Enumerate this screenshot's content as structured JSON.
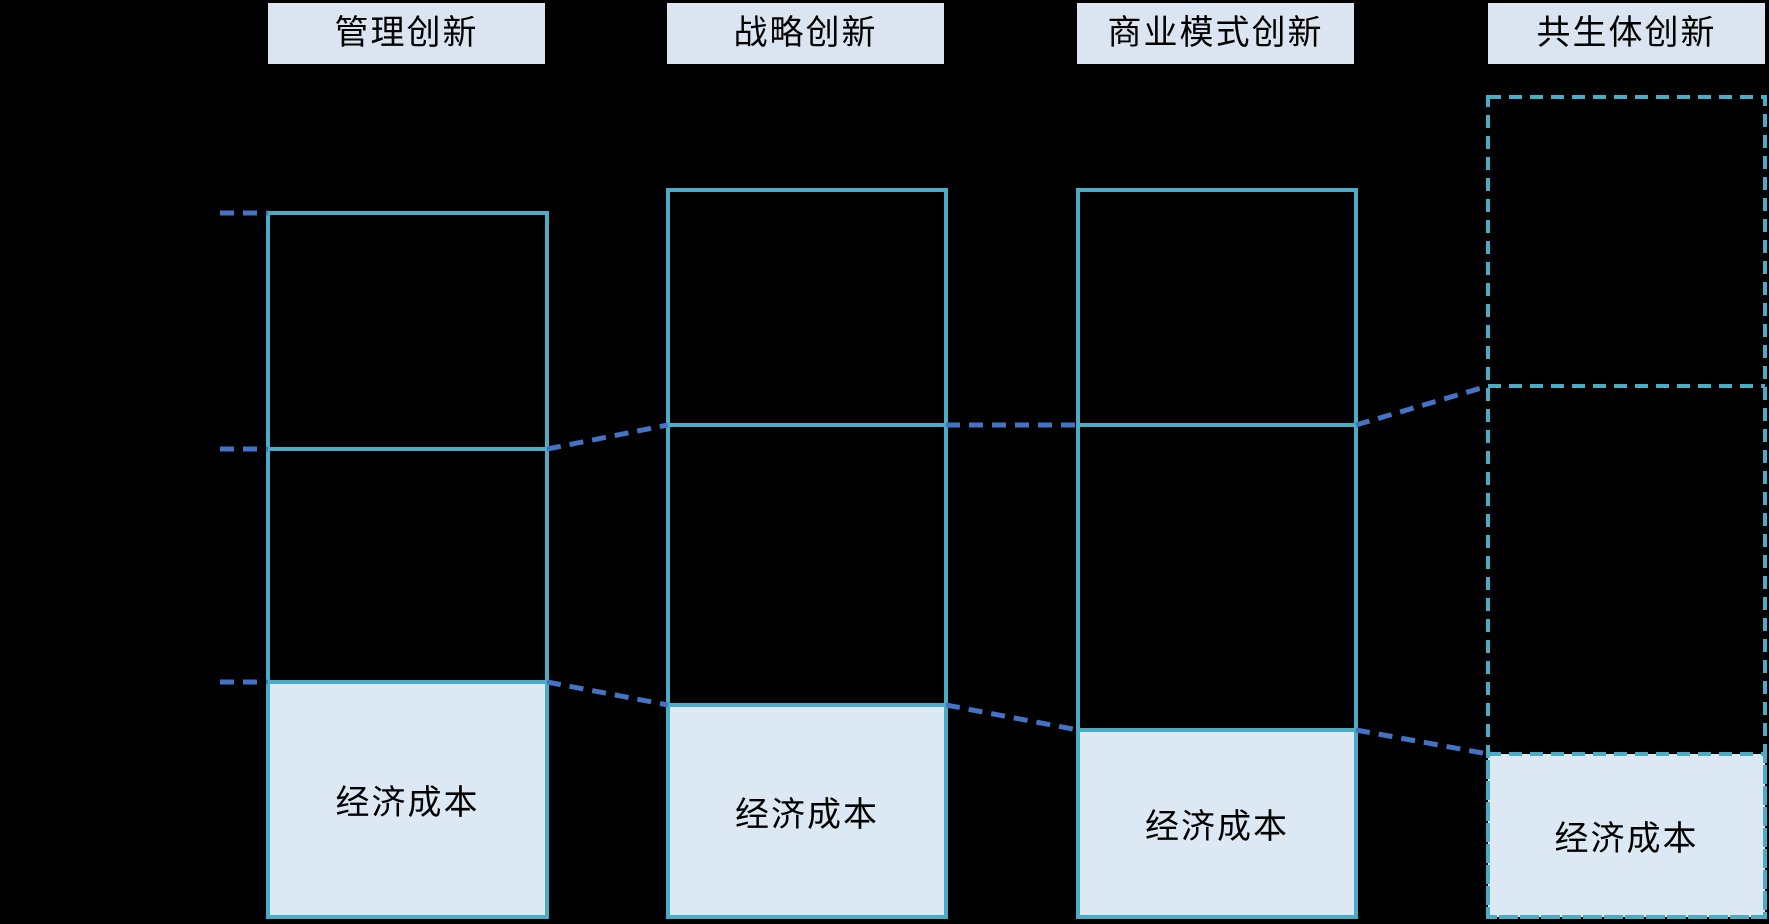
{
  "diagram": {
    "columns": [
      {
        "header": "管理创新",
        "cost_label": "经济成本"
      },
      {
        "header": "战略创新",
        "cost_label": "经济成本"
      },
      {
        "header": "商业模式创新",
        "cost_label": "经济成本"
      },
      {
        "header": "共生体创新",
        "cost_label": "经济成本"
      }
    ],
    "colors": {
      "background": "#000000",
      "box_border": "#4BACC6",
      "connector_dash": "#4472C4",
      "header_fill": "#DBE5F1",
      "cost_fill": "#DCE9F5",
      "text": "#000000"
    }
  }
}
